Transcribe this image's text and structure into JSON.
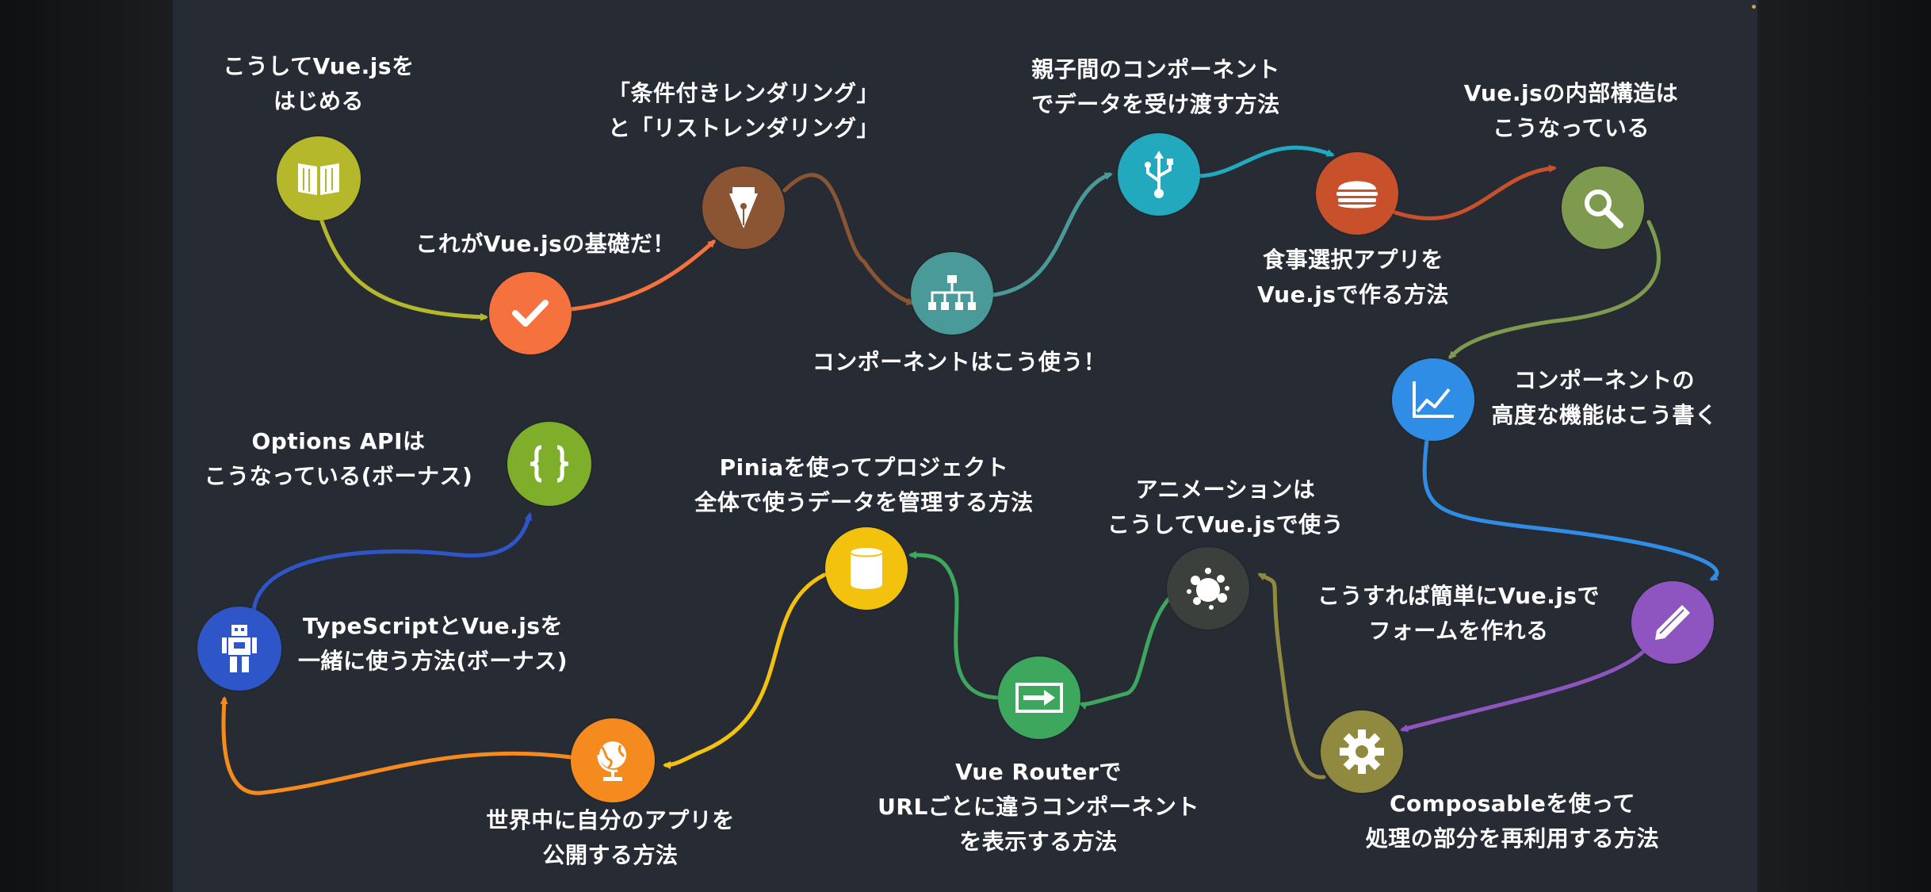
{
  "colors": {
    "background": "#272c34",
    "text": "#ffffff",
    "node_1": "#b6b82b",
    "node_2": "#f5713d",
    "node_3": "#8b5534",
    "node_4": "#4b9a9a",
    "node_5": "#23a9bd",
    "node_6": "#c8512b",
    "node_7": "#7d9a4e",
    "node_8": "#2f8de6",
    "node_9": "#8e55c0",
    "node_10": "#8f8a3f",
    "node_11": "#3b403c",
    "node_12": "#3ea75e",
    "node_13": "#f2c20f",
    "node_14": "#f58a1f",
    "node_15": "#2f56c8",
    "node_16": "#7fae2a"
  },
  "steps": [
    {
      "id": "start",
      "icon": "book-icon",
      "line1": "こうしてVue.jsを",
      "line2": "はじめる"
    },
    {
      "id": "basics",
      "icon": "checkmark-icon",
      "line1": "これがVue.jsの基礎だ！",
      "line2": ""
    },
    {
      "id": "rendering",
      "icon": "fountain-pen-icon",
      "line1": "「条件付きレンダリング」",
      "line2": "と「リストレンダリング」"
    },
    {
      "id": "components",
      "icon": "sitemap-icon",
      "line1": "コンポーネントはこう使う！",
      "line2": ""
    },
    {
      "id": "props",
      "icon": "usb-icon",
      "line1": "親子間のコンポーネント",
      "line2": "でデータを受け渡す方法"
    },
    {
      "id": "meal-app",
      "icon": "hamburger-icon",
      "line1": "食事選択アプリを",
      "line2": "Vue.jsで作る方法"
    },
    {
      "id": "internals",
      "icon": "magnifier-icon",
      "line1": "Vue.jsの内部構造は",
      "line2": "こうなっている"
    },
    {
      "id": "advanced",
      "icon": "line-chart-icon",
      "line1": "コンポーネントの",
      "line2": "高度な機能はこう書く"
    },
    {
      "id": "forms",
      "icon": "pencil-icon",
      "line1": "こうすれば簡単にVue.jsで",
      "line2": "フォームを作れる"
    },
    {
      "id": "composable",
      "icon": "gear-icon",
      "line1": "Composableを使って",
      "line2": "処理の部分を再利用する方法"
    },
    {
      "id": "animation",
      "icon": "splash-icon",
      "line1": "アニメーションは",
      "line2": "こうしてVue.jsで使う"
    },
    {
      "id": "router",
      "icon": "arrow-sign-icon",
      "line1": "Vue Routerで",
      "line2": "URLごとに違うコンポーネント",
      "line3": "を表示する方法"
    },
    {
      "id": "pinia",
      "icon": "database-icon",
      "line1": "Piniaを使ってプロジェクト",
      "line2": "全体で使うデータを管理する方法"
    },
    {
      "id": "deploy",
      "icon": "globe-icon",
      "line1": "世界中に自分のアプリを",
      "line2": "公開する方法"
    },
    {
      "id": "typescript",
      "icon": "robot-icon",
      "line1": "TypeScriptとVue.jsを",
      "line2": "一緒に使う方法(ボーナス)"
    },
    {
      "id": "options-api",
      "icon": "braces-icon",
      "line1": "Options APIは",
      "line2": "こうなっている(ボーナス)"
    }
  ]
}
